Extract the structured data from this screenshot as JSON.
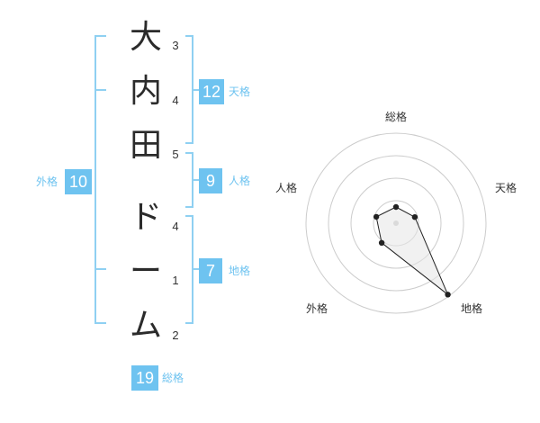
{
  "name_chars": [
    {
      "char": "大",
      "strokes": "3"
    },
    {
      "char": "内",
      "strokes": "4"
    },
    {
      "char": "田",
      "strokes": "5"
    },
    {
      "char": "ド",
      "strokes": "4"
    },
    {
      "char": "ー",
      "strokes": "1"
    },
    {
      "char": "ム",
      "strokes": "2"
    }
  ],
  "kakusu": {
    "tenkaku": {
      "value": "12",
      "label": "天格"
    },
    "jinkaku": {
      "value": "9",
      "label": "人格"
    },
    "chikaku": {
      "value": "7",
      "label": "地格"
    },
    "gaikaku": {
      "value": "10",
      "label": "外格"
    },
    "soukaku": {
      "value": "19",
      "label": "総格"
    }
  },
  "colors": {
    "accent": "#6ec3f0",
    "bracket": "#8fd0f2",
    "text": "#2b2b2b",
    "grid": "#cccccc"
  },
  "chart_data": {
    "type": "radar",
    "axes": [
      "総格",
      "天格",
      "地格",
      "外格",
      "人格"
    ],
    "values": [
      19,
      12,
      7,
      10,
      9
    ],
    "value_shown": [
      false,
      false,
      false,
      false,
      false
    ],
    "rings": 4,
    "polygon_values_normalized": [
      0.18,
      0.22,
      0.98,
      0.27,
      0.23
    ]
  }
}
